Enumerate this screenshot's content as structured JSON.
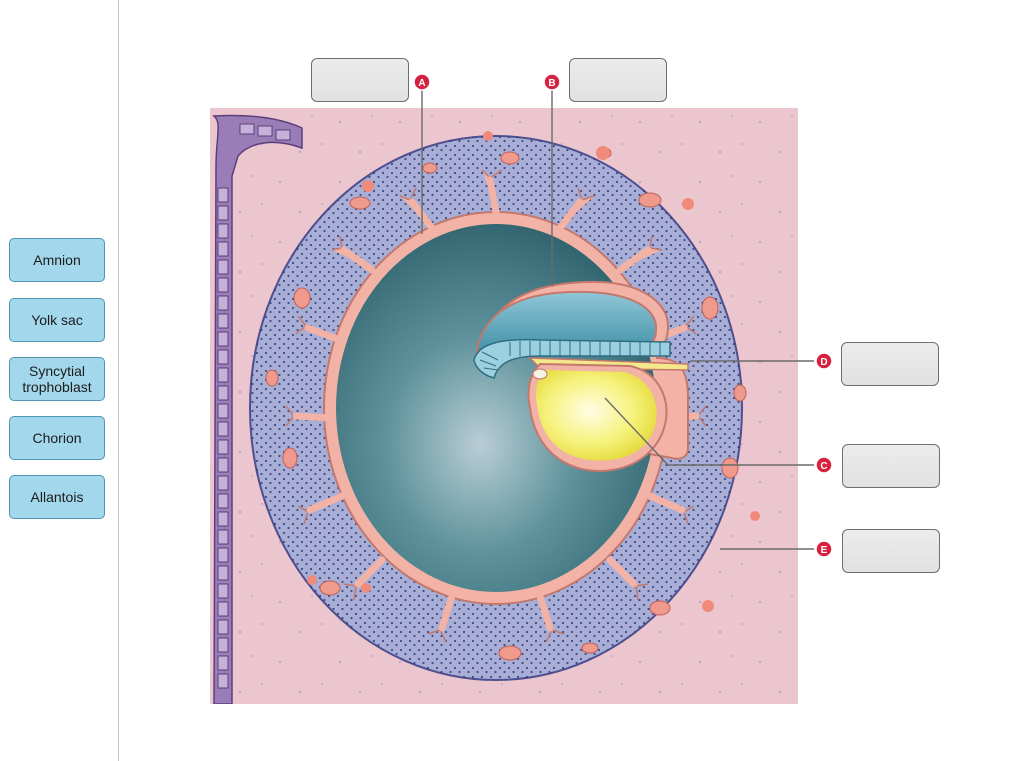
{
  "word_bank": {
    "terms": [
      {
        "label": "Amnion"
      },
      {
        "label": "Yolk sac"
      },
      {
        "label": "Syncytial\ntrophoblast"
      },
      {
        "label": "Chorion"
      },
      {
        "label": "Allantois"
      }
    ]
  },
  "markers": {
    "a": "A",
    "b": "B",
    "c": "C",
    "d": "D",
    "e": "E"
  },
  "colors": {
    "marker": "#d6213f",
    "endometrium": "#ecc6cf",
    "trophoblast": "#a8aed6",
    "membrane": "#f2b3a6",
    "chorionic_cavity": "#3f7d87",
    "yolk_sac": "#f3ef7a",
    "card": "#a3d8ec"
  }
}
